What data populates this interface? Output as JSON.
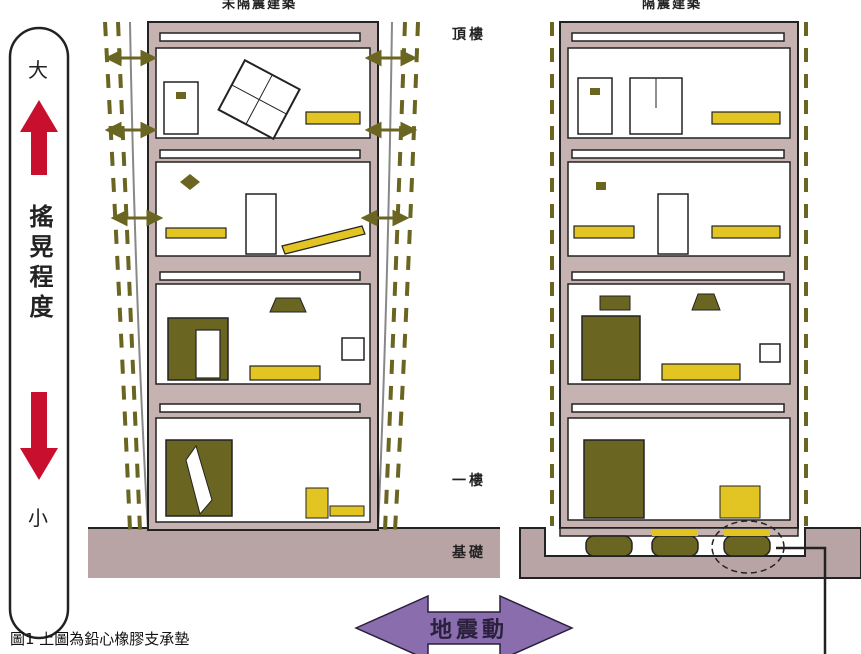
{
  "titles": {
    "left_building": "未隔震建築",
    "right_building": "隔震建築"
  },
  "floor_labels": {
    "top": "頂樓",
    "first": "一樓",
    "base": "基礎"
  },
  "sway_scale": {
    "label": "搖晃程度",
    "high": "大",
    "low": "小"
  },
  "earthquake_label": "地震動",
  "caption": "圖1  上圖為鉛心橡膠支承墊",
  "colors": {
    "wall": "#b79a9a",
    "floor_slab": "#c7b2b2",
    "olive": "#6b6522",
    "yellow": "#e2c423",
    "ground": "#b8a4a4",
    "arrow_red": "#c8102e",
    "quake_purple": "#8a6dac"
  }
}
